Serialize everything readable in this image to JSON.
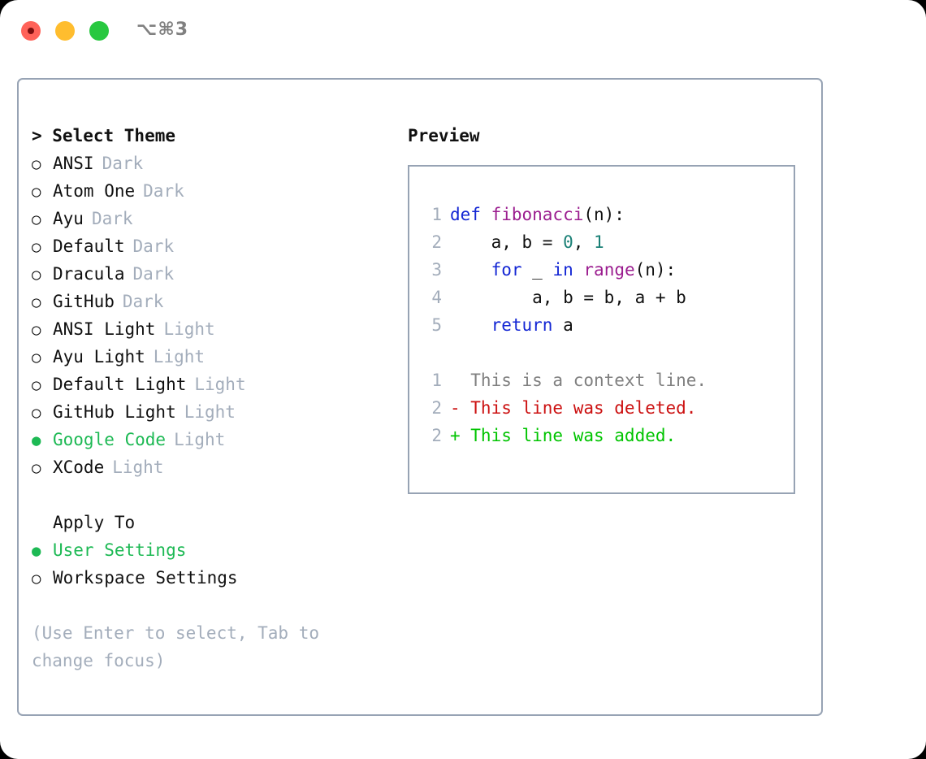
{
  "titlebar": {
    "shortcut": "⌥⌘3",
    "buttons": [
      {
        "name": "close",
        "color": "#ff6259"
      },
      {
        "name": "minimize",
        "color": "#ffbd2e"
      },
      {
        "name": "maximize",
        "color": "#28c840"
      }
    ]
  },
  "colors": {
    "accent_green": "#1db954",
    "border": "#97a3b4",
    "muted": "#a3adbb",
    "text": "#101010",
    "keyword": "#1326d4",
    "function": "#9b1d8f",
    "number": "#1a8076",
    "diff_delete": "#cc1111",
    "diff_add": "#00c400",
    "diff_context": "#808080"
  },
  "theme_picker": {
    "header": "> Select Theme",
    "items": [
      {
        "marker": "○",
        "label": "ANSI",
        "tag": "Dark",
        "selected": false
      },
      {
        "marker": "○",
        "label": "Atom One",
        "tag": "Dark",
        "selected": false
      },
      {
        "marker": "○",
        "label": "Ayu",
        "tag": "Dark",
        "selected": false
      },
      {
        "marker": "○",
        "label": "Default",
        "tag": "Dark",
        "selected": false
      },
      {
        "marker": "○",
        "label": "Dracula",
        "tag": "Dark",
        "selected": false
      },
      {
        "marker": "○",
        "label": "GitHub",
        "tag": "Dark",
        "selected": false
      },
      {
        "marker": "○",
        "label": "ANSI Light",
        "tag": "Light",
        "selected": false
      },
      {
        "marker": "○",
        "label": "Ayu Light",
        "tag": "Light",
        "selected": false
      },
      {
        "marker": "○",
        "label": "Default Light",
        "tag": "Light",
        "selected": false
      },
      {
        "marker": "○",
        "label": "GitHub Light",
        "tag": "Light",
        "selected": false
      },
      {
        "marker": "●",
        "label": "Google Code",
        "tag": "Light",
        "selected": true
      },
      {
        "marker": "○",
        "label": "XCode",
        "tag": "Light",
        "selected": false
      }
    ]
  },
  "apply_to": {
    "header": "Apply To",
    "items": [
      {
        "marker": "●",
        "label": "User Settings",
        "selected": true
      },
      {
        "marker": "○",
        "label": "Workspace Settings",
        "selected": false
      }
    ]
  },
  "hint": "(Use Enter to select, Tab to change focus)",
  "preview": {
    "header": "Preview",
    "code_lines": [
      {
        "lineno": "1",
        "tokens": [
          {
            "text": "def ",
            "type": "kw"
          },
          {
            "text": "fibonacci",
            "type": "fn"
          },
          {
            "text": "(n):",
            "type": "txt"
          }
        ]
      },
      {
        "lineno": "2",
        "tokens": [
          {
            "text": "    a, b = ",
            "type": "txt"
          },
          {
            "text": "0",
            "type": "num"
          },
          {
            "text": ", ",
            "type": "txt"
          },
          {
            "text": "1",
            "type": "num"
          }
        ]
      },
      {
        "lineno": "3",
        "tokens": [
          {
            "text": "    for",
            "type": "kw"
          },
          {
            "text": " _ ",
            "type": "txt"
          },
          {
            "text": "in",
            "type": "kw"
          },
          {
            "text": " ",
            "type": "txt"
          },
          {
            "text": "range",
            "type": "fn"
          },
          {
            "text": "(n):",
            "type": "txt"
          }
        ]
      },
      {
        "lineno": "4",
        "tokens": [
          {
            "text": "        a, b = b, a + b",
            "type": "txt"
          }
        ]
      },
      {
        "lineno": "5",
        "tokens": [
          {
            "text": "    return",
            "type": "kw"
          },
          {
            "text": " a",
            "type": "txt"
          }
        ]
      }
    ],
    "diff_lines": [
      {
        "lineno": "1",
        "text": "  This is a context line.",
        "type": "ctx"
      },
      {
        "lineno": "2",
        "text": "- This line was deleted.",
        "type": "del"
      },
      {
        "lineno": "2",
        "text": "+ This line was added.",
        "type": "add"
      }
    ]
  }
}
